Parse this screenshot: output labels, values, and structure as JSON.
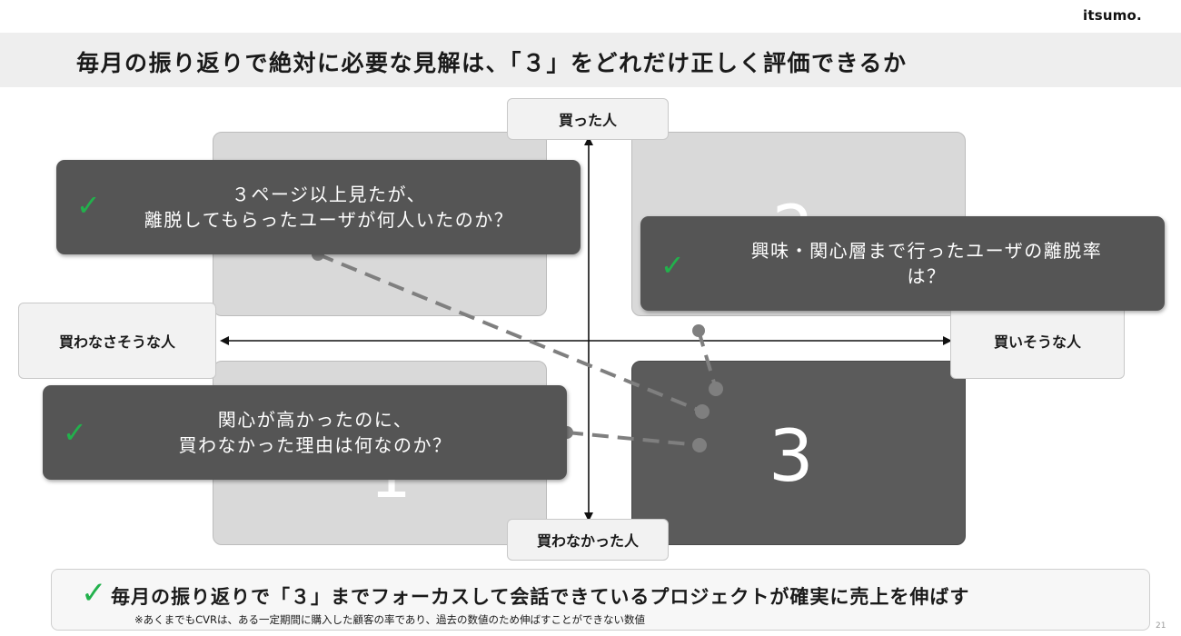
{
  "logo": "itsumo.",
  "title": "毎月の振り返りで絶対に必要な見解は、「３」をどれだけ正しく評価できるか",
  "axes": {
    "top": "買った人",
    "bottom": "買わなかった人",
    "left": "買わなさそうな人",
    "right": "買いそうな人"
  },
  "quadrants": {
    "top_right_number": "2",
    "bottom_right_number": "3",
    "bottom_left_number": "1"
  },
  "callouts": [
    {
      "line1": "３ページ以上見たが、",
      "line2": "離脱してもらったユーザが何人いたのか？",
      "check": "✓"
    },
    {
      "line1": "興味・関心層まで行ったユーザの離脱率",
      "line2": "は？",
      "check": "✓"
    },
    {
      "line1": "関心が高かったのに、",
      "line2": "買わなかった理由は何なのか？",
      "check": "✓"
    }
  ],
  "summary": {
    "check": "✓",
    "main": "毎月の振り返りで「３」までフォーカスして会話できているプロジェクトが確実に売上を伸ばす",
    "note": "※あくまでもCVRは、ある一定期間に購入した顧客の率であり、過去の数値のため伸ばすことができない数値"
  },
  "page_number": "21",
  "colors": {
    "dark_box": "#5b5b5b",
    "light_box": "#d9d9d9",
    "check_green": "#22b14c",
    "connector": "#7f7f7f"
  }
}
